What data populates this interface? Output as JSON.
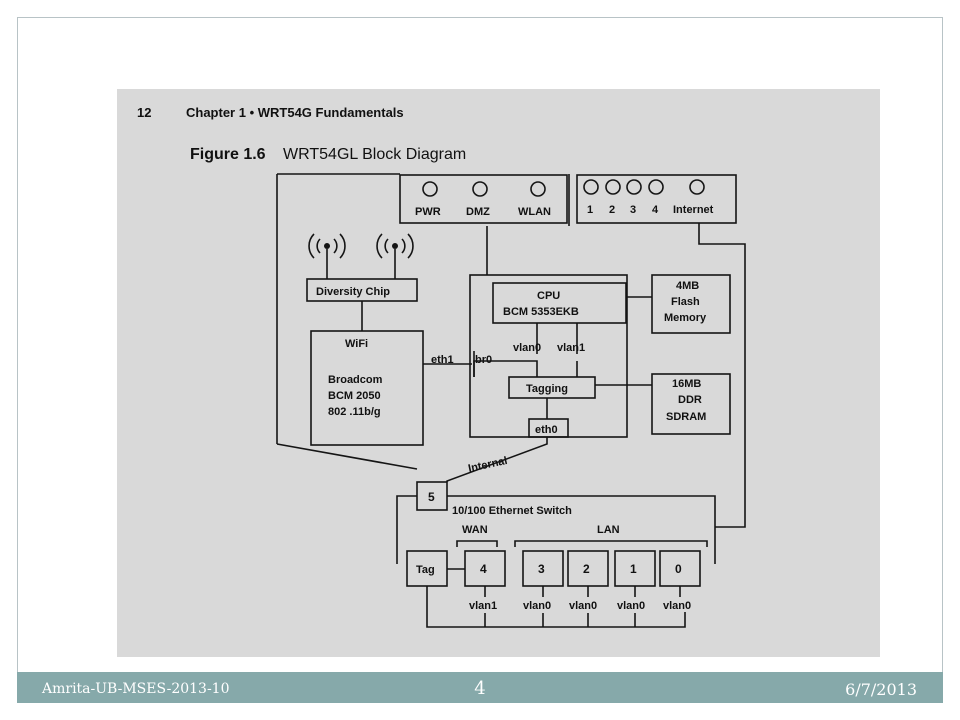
{
  "page": {
    "header_page_number": "12",
    "header_chapter": "Chapter 1 • WRT54G Fundamentals",
    "figure_title_bold": "Figure 1.6",
    "figure_title": "WRT54GL Block Diagram"
  },
  "diagram": {
    "leds_left": [
      "PWR",
      "DMZ",
      "WLAN"
    ],
    "leds_right": [
      "1",
      "2",
      "3",
      "4",
      "Internet"
    ],
    "diversity_chip": "Diversity Chip",
    "wifi": {
      "title": "WiFi",
      "line1": "Broadcom",
      "line2": "BCM  2050",
      "line3": "802 .11b/g"
    },
    "eth1": "eth1",
    "br0": "br0",
    "cpu": {
      "line1": "CPU",
      "line2": "BCM  5353EKB"
    },
    "vlan0": "vlan0",
    "vlan1": "vlan1",
    "tagging": "Tagging",
    "eth0": "eth0",
    "flash": {
      "line1": "4MB",
      "line2": "Flash",
      "line3": "Memory"
    },
    "sdram": {
      "line1": "16MB",
      "line2": "DDR",
      "line3": "SDRAM"
    },
    "internal": "Internal",
    "port5": "5",
    "switch_title": "10/100 Ethernet Switch",
    "wan": "WAN",
    "lan": "LAN",
    "tag": "Tag",
    "ports": [
      "4",
      "3",
      "2",
      "1",
      "0"
    ],
    "port_vlans": [
      "vlan1",
      "vlan0",
      "vlan0",
      "vlan0",
      "vlan0"
    ]
  },
  "footer": {
    "left": "Amrita-UB-MSES-2013-10",
    "center": "4",
    "right": "6/7/2013"
  },
  "colors": {
    "footer_bar": "#86a9aa",
    "scan_background": "#d9d9d9"
  }
}
